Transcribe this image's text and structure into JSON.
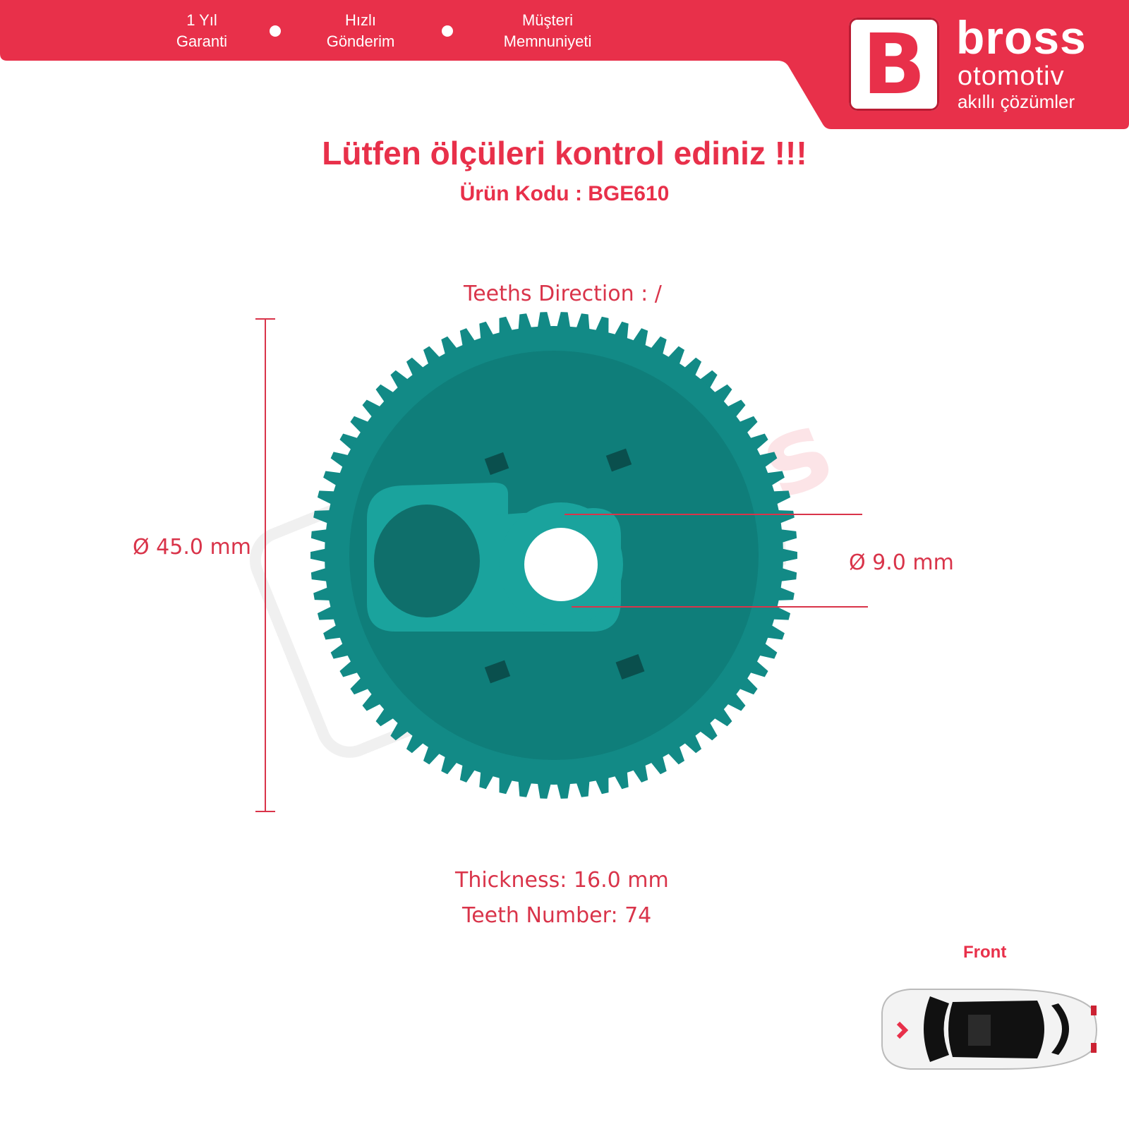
{
  "banner": {
    "badges": [
      {
        "line1": "1 Yıl",
        "line2": "Garanti"
      },
      {
        "line1": "Hızlı",
        "line2": "Gönderim"
      },
      {
        "line1": "Müşteri",
        "line2": "Memnuniyeti"
      }
    ],
    "brand": {
      "logo_letter": "B",
      "name": "bross",
      "sub": "otomotiv",
      "tagline": "akıllı çözümler"
    }
  },
  "headline": "Lütfen ölçüleri kontrol ediniz !!!",
  "product_code": "Ürün Kodu : BGE610",
  "measurements": {
    "teeth_direction": "Teeths Direction : /",
    "outer_diameter": "Ø 45.0 mm",
    "inner_diameter": "Ø 9.0 mm",
    "thickness": "Thickness: 16.0 mm",
    "teeth_number": "Teeth Number: 74"
  },
  "gear": {
    "teeth_count": 74,
    "color": "#128a86"
  },
  "colors": {
    "brand_red": "#e8304a",
    "dimension_line": "#d9344a"
  },
  "car": {
    "front_label": "Front"
  }
}
